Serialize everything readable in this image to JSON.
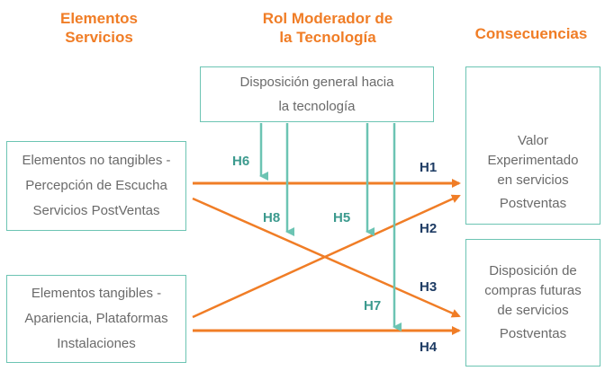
{
  "headers": {
    "left": "Elementos\nServicios",
    "center": "Rol Moderador de\nla Tecnología",
    "right": "Consecuencias"
  },
  "moderator": {
    "lines": [
      "Disposición general hacia",
      "la tecnología"
    ]
  },
  "left_boxes": [
    {
      "lines": [
        "Elementos no tangibles -",
        "Percepción de Escucha",
        "Servicios PostVentas"
      ]
    },
    {
      "lines": [
        "Elementos tangibles -",
        "Apariencia, Plataformas",
        "Instalaciones"
      ]
    }
  ],
  "right_boxes": [
    {
      "lines": [
        "Valor",
        "Experimentado",
        "en servicios",
        "Postventas"
      ]
    },
    {
      "lines": [
        "Disposición de",
        "compras futuras",
        "de servicios",
        "Postventas"
      ]
    }
  ],
  "hypotheses": {
    "h1": "H1",
    "h2": "H2",
    "h3": "H3",
    "h4": "H4",
    "h5": "H5",
    "h6": "H6",
    "h7": "H7",
    "h8": "H8"
  },
  "colors": {
    "orange": "#f07d26",
    "teal": "#6cc4b3",
    "box_border": "#6cc4b3",
    "dark_label": "#1e3c64"
  }
}
